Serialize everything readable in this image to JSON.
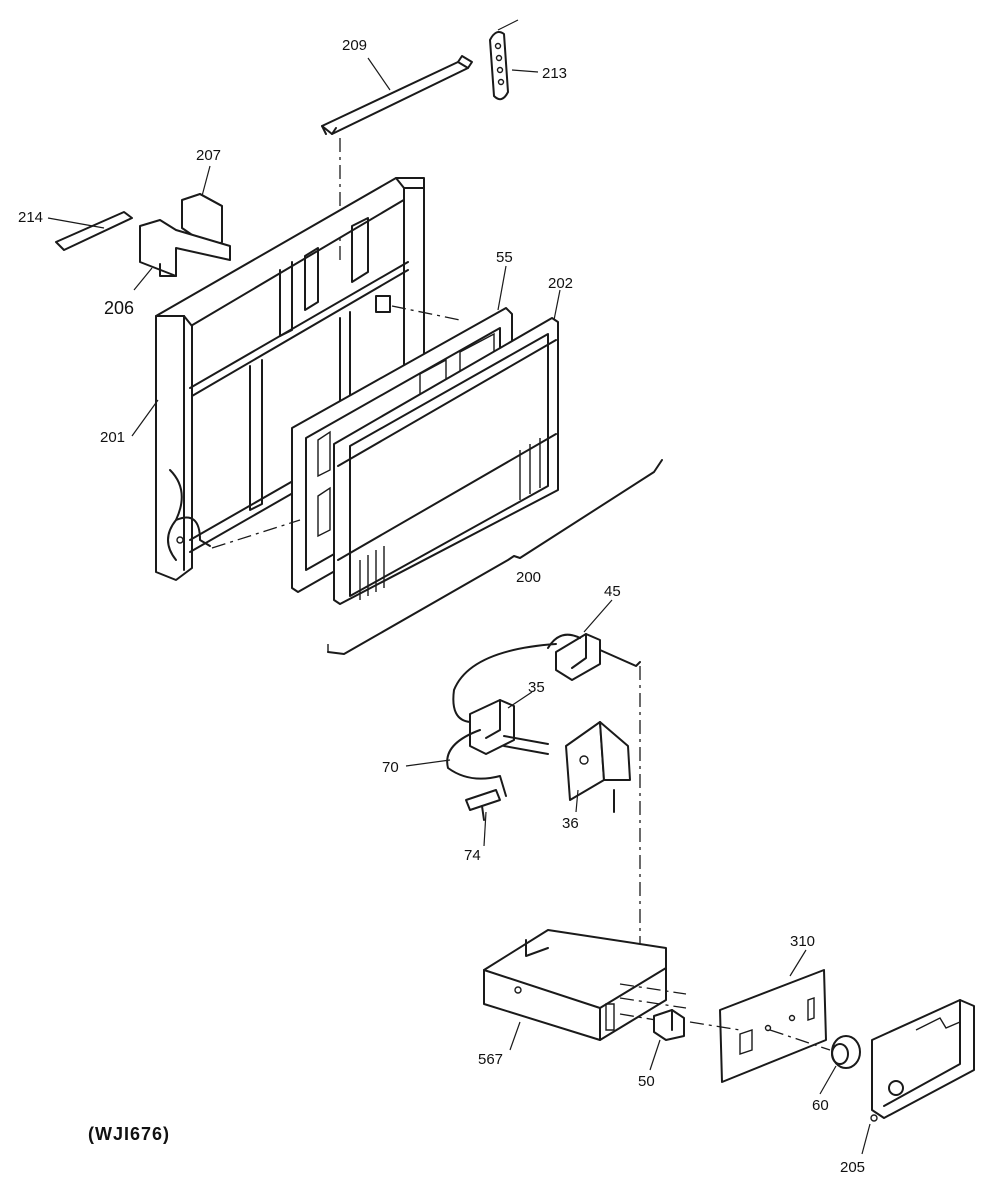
{
  "diagram": {
    "reference_code": "(WJI676)",
    "callouts": {
      "p209": "209",
      "p213": "213",
      "p207": "207",
      "p214": "214",
      "p206": "206",
      "p55": "55",
      "p202": "202",
      "p201": "201",
      "p200": "200",
      "p45": "45",
      "p35": "35",
      "p70": "70",
      "p36": "36",
      "p74": "74",
      "p310": "310",
      "p567": "567",
      "p50": "50",
      "p60": "60",
      "p205": "205"
    }
  }
}
